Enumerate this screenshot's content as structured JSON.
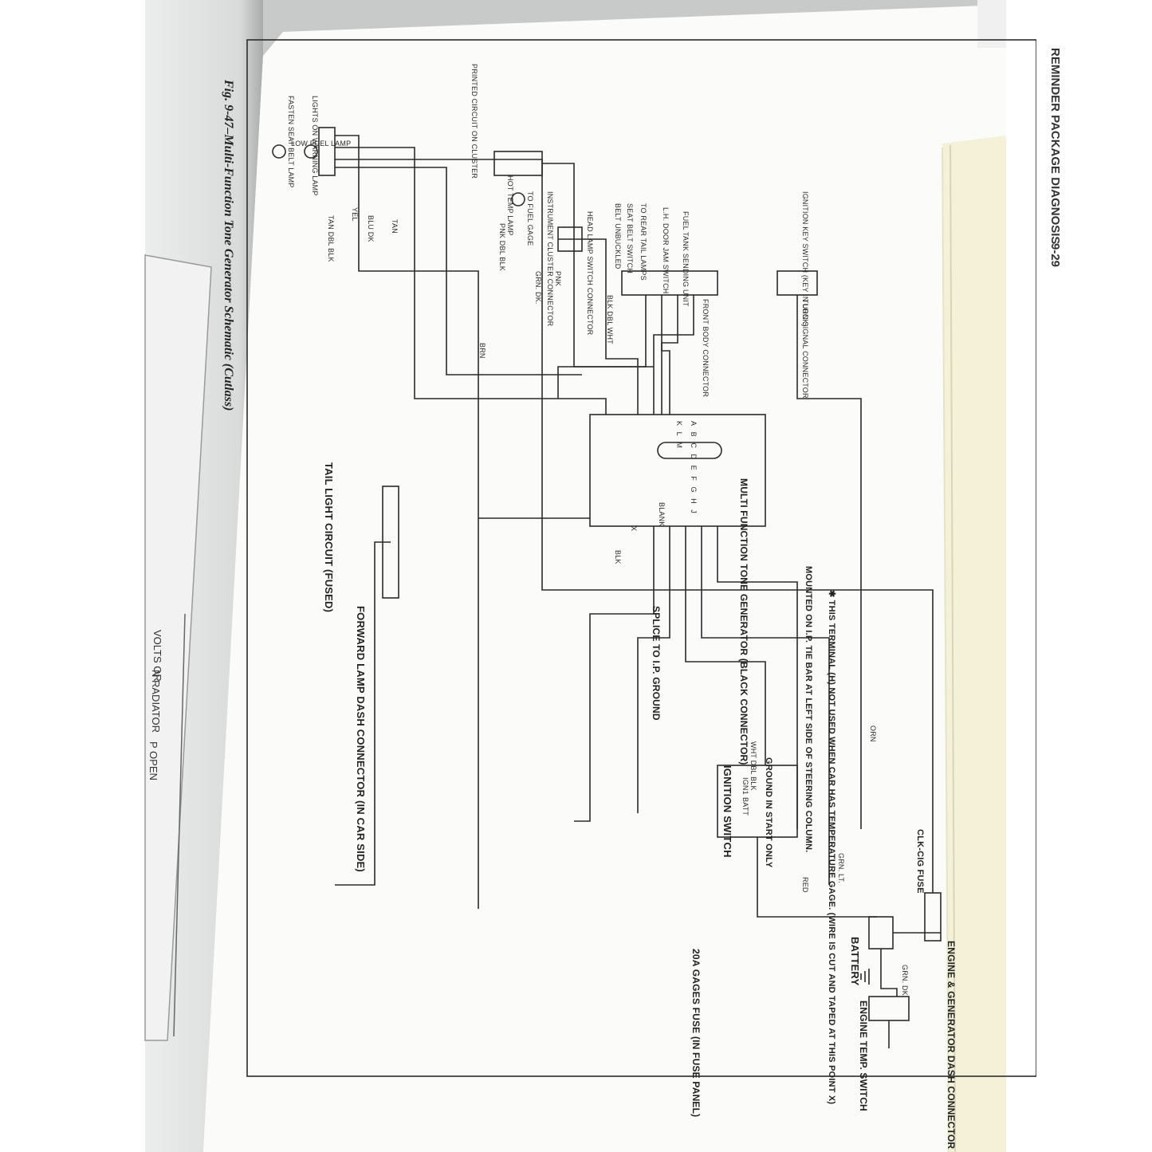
{
  "header": {
    "running_head": "REMINDER PACKAGE DIAGNOSIS",
    "page_number": "9-29"
  },
  "caption": "Fig. 9-47–Multi-Function Tone Generator Schematic (Cutlass)",
  "left_page_fragments": [
    "VOLTS OR",
    "N RADIATOR",
    "P OPEN"
  ],
  "components": {
    "low_fuel_lamp": "LOW FUEL LAMP",
    "fasten_seat_belt_lamp": "FASTEN SEAT BELT LAMP",
    "lights_on_warning_lamp": "LIGHTS ON WARNING LAMP",
    "printed_circuit": "PRINTED CIRCUIT ON CLUSTER",
    "hot_temp_lamp": "HOT TEMP LAMP",
    "to_fuel_gage": "TO FUEL GAGE",
    "instrument_cluster_connector": "INSTRUMENT CLUSTER CONNECTOR",
    "head_lamp_switch_connector": "HEAD LAMP SWITCH CONNECTOR",
    "belt_unbuckled": "BELT UNBUCKLED",
    "seat_belt_switch": "SEAT BELT SWITCH",
    "to_rear_tail_lamps": "TO REAR TAIL LAMPS",
    "lh_door_jam_switch": "L.H. DOOR JAM SWITCH",
    "fuel_tank_sending_unit": "FUEL TANK SENDING UNIT",
    "front_body_connector": "FRONT BODY CONNECTOR",
    "ignition_key_switch": "IGNITION KEY SWITCH (KEY IN LOCK)",
    "turn_signal_connector": "TURN SIGNAL CONNECTOR",
    "tail_light_circuit": "TAIL LIGHT CIRCUIT (FUSED)",
    "forward_lamp_dash_connector": "FORWARD LAMP DASH CONNECTOR (IN CAR SIDE)",
    "tone_generator": "MULTI FUNCTION TONE GENERATOR (BLACK CONNECTOR)",
    "blank": "BLANK",
    "splice": "SPLICE TO I.P. GROUND",
    "mounted_note": "MOUNTED ON I.P. TIE BAR AT LEFT SIDE OF STEERING COLUMN.",
    "footnote": "✱ THIS TERMINAL (H) NOT USED WHEN CAR HAS TEMPERATURE GAGE. (WIRE IS CUT AND TAPED AT THIS POINT X)",
    "ignition_switch": "IGNITION SWITCH",
    "ign1": "IGN1",
    "batt": "BATT",
    "ground_in_start": "GROUND IN START ONLY",
    "clk_cig_fuse": "CLK-CIG FUSE",
    "gages_fuse": "20A GAGES FUSE (IN FUSE PANEL)",
    "battery": "BATTERY",
    "engine_generator_connector": "ENGINE & GENERATOR DASH CONNECTOR",
    "engine_temp_switch": "ENGINE TEMP. SWITCH"
  },
  "wire_labels": {
    "tan_dbl_blk": "TAN DBL BLK",
    "yel": "YEL",
    "blu_dk": "BLU DK",
    "tan": "TAN",
    "pnk_dbl_blk": "PNK DBL BLK",
    "grn_dk": "GRN. DK.",
    "pnk": "PNK",
    "brn": "BRN",
    "blk_dbl_wht": "BLK DBL WHT",
    "grn_lt": "GRN. LT.",
    "wht_dbl_blk": "WHT DBL BLK",
    "orn": "ORN",
    "blk": "BLK",
    "red": "RED",
    "grn_dk_short": "GRN. DK.",
    "x_mark": "X"
  },
  "tone_generator_pins": [
    "A",
    "B",
    "C",
    "D",
    "E",
    "F",
    "G",
    "H",
    "J",
    "K",
    "L",
    "M"
  ],
  "colors": {
    "ink": "#2b2b2b",
    "page": "#fbfbf9",
    "shadow": "#7d7d7d"
  }
}
